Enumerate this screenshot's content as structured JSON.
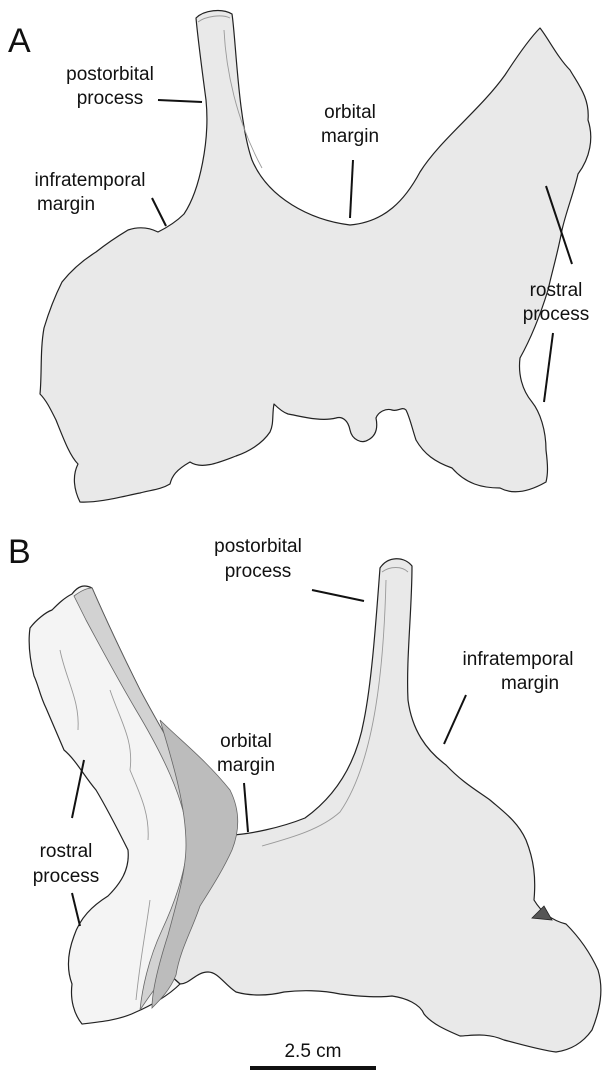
{
  "colors": {
    "bone_fill": "#e9e9e9",
    "bone_light": "#f4f4f4",
    "bone_medium": "#d2d2d2",
    "bone_dark": "#bcbcbc",
    "outline": "#222222",
    "dark_patch": "#555555",
    "background": "#ffffff"
  },
  "panel_a": {
    "letter": "A",
    "labels": {
      "postorbital": [
        "postorbital",
        "process"
      ],
      "infratemporal": [
        "infratemporal",
        "margin"
      ],
      "orbital": [
        "orbital",
        "margin"
      ],
      "rostral": [
        "rostral",
        "process"
      ]
    }
  },
  "panel_b": {
    "letter": "B",
    "labels": {
      "postorbital": [
        "postorbital",
        "process"
      ],
      "infratemporal": [
        "infratemporal",
        "margin"
      ],
      "orbital": [
        "orbital",
        "margin"
      ],
      "rostral": [
        "rostral",
        "process"
      ]
    }
  },
  "scale_bar": {
    "label": "2.5 cm"
  }
}
